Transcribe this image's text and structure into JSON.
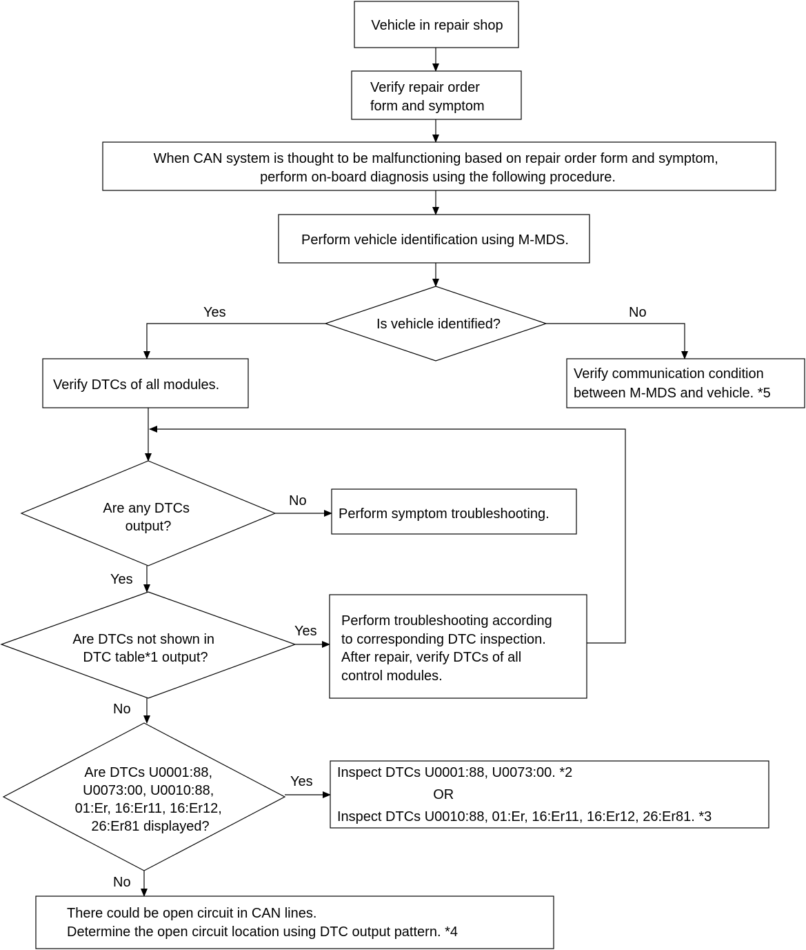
{
  "flowchart": {
    "start": [
      "Vehicle in repair shop"
    ],
    "verify_order": [
      "Verify repair order",
      "form and symptom"
    ],
    "can_condition": [
      "When CAN system is thought to be malfunctioning based on repair order form and symptom,",
      "perform on-board diagnosis using the following procedure."
    ],
    "vehicle_identification": [
      "Perform vehicle identification using M-MDS."
    ],
    "q_identified": [
      "Is vehicle identified?"
    ],
    "verify_dtcs_all": [
      "Verify DTCs of all modules."
    ],
    "verify_comm": [
      "Verify communication condition",
      "between M-MDS and vehicle. *5"
    ],
    "q_any_dtcs": [
      "Are any DTCs",
      "output?"
    ],
    "symptom_troubleshooting": [
      "Perform symptom troubleshooting."
    ],
    "q_not_shown": [
      "Are DTCs not shown in",
      "DTC table*1 output?"
    ],
    "dtc_troubleshooting": [
      "Perform troubleshooting according",
      "to corresponding DTC inspection.",
      "After repair, verify DTCs of all",
      "control modules."
    ],
    "q_specific": [
      "Are DTCs U0001:88,",
      "U0073:00, U0010:88,",
      "01:Er, 16:Er11, 16:Er12,",
      "26:Er81 displayed?"
    ],
    "inspect_dtcs": [
      "Inspect DTCs U0001:88, U0073:00.  *2",
      "OR",
      "Inspect DTCs U0010:88, 01:Er, 16:Er11, 16:Er12, 26:Er81.  *3"
    ],
    "open_circuit": [
      "There could be open circuit in CAN lines.",
      "Determine the open circuit location using DTC output pattern.   *4"
    ]
  },
  "edge_labels": {
    "identified_yes": "Yes",
    "identified_no": "No",
    "any_dtcs_no": "No",
    "any_dtcs_yes": "Yes",
    "not_shown_yes": "Yes",
    "not_shown_no": "No",
    "specific_yes": "Yes",
    "specific_no": "No"
  }
}
